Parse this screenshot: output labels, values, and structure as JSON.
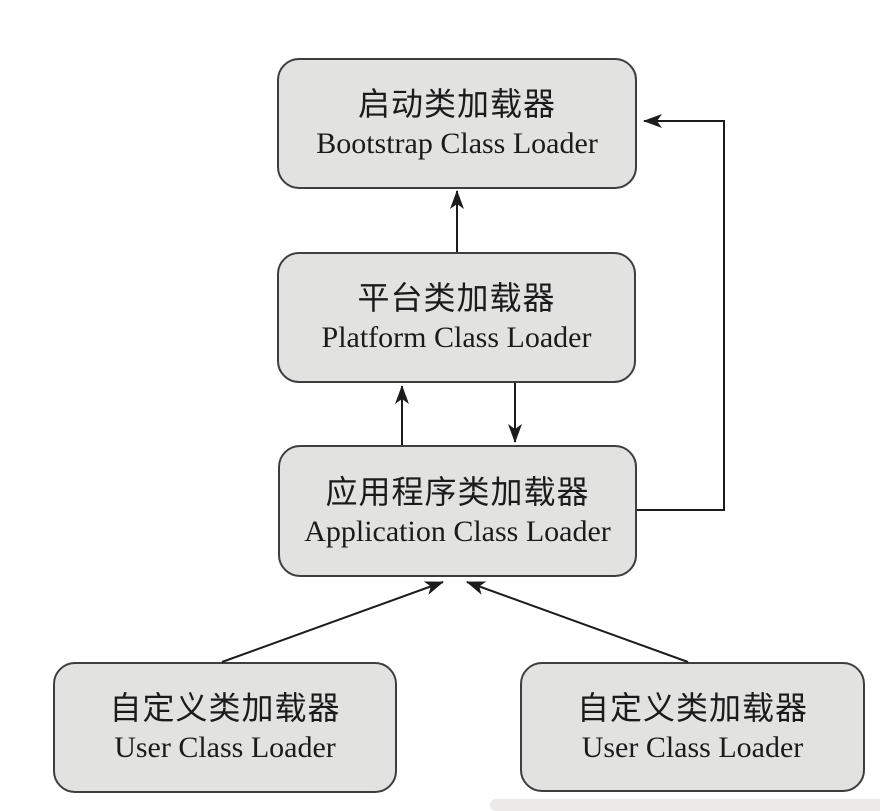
{
  "diagram": {
    "type": "flowchart",
    "nodes": [
      {
        "id": "bootstrap",
        "zh": "启动类加载器",
        "en": "Bootstrap Class Loader"
      },
      {
        "id": "platform",
        "zh": "平台类加载器",
        "en": "Platform Class Loader"
      },
      {
        "id": "application",
        "zh": "应用程序类加载器",
        "en": "Application Class Loader"
      },
      {
        "id": "user-left",
        "zh": "自定义类加载器",
        "en": "User Class Loader"
      },
      {
        "id": "user-right",
        "zh": "自定义类加载器",
        "en": "User Class Loader"
      }
    ],
    "edges": [
      {
        "from": "platform",
        "to": "bootstrap",
        "style": "straight-up"
      },
      {
        "from": "application",
        "to": "platform",
        "style": "straight-up"
      },
      {
        "from": "platform",
        "to": "application",
        "style": "straight-down"
      },
      {
        "from": "application",
        "to": "bootstrap",
        "style": "right-side-loop"
      },
      {
        "from": "user-left",
        "to": "application",
        "style": "diagonal"
      },
      {
        "from": "user-right",
        "to": "application",
        "style": "diagonal"
      }
    ],
    "colors": {
      "node_fill": "#e2e2e1",
      "node_border": "#3e3e3e",
      "arrow": "#1c1c1c",
      "background": "#ffffff"
    }
  }
}
